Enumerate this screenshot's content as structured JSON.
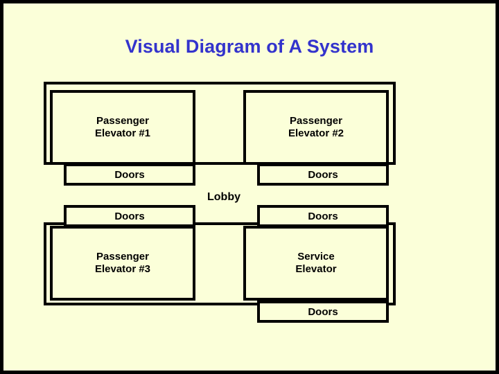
{
  "slide": {
    "background_color": "#fbffd9",
    "frame_color": "#000000",
    "title": "Visual Diagram of A System",
    "title_color": "#3333cc"
  },
  "diagram": {
    "lobby_label": "Lobby",
    "upper_bank": {
      "cars": [
        {
          "id": "passenger-elevator-1",
          "label": "Passenger\nElevator #1",
          "line1": "Passenger",
          "line2": "Elevator #1"
        },
        {
          "id": "passenger-elevator-2",
          "label": "Passenger\nElevator #2",
          "line1": "Passenger",
          "line2": "Elevator #2"
        }
      ],
      "doors": [
        {
          "id": "doors-pe1-bottom",
          "label": "Doors"
        },
        {
          "id": "doors-pe2-bottom",
          "label": "Doors"
        }
      ]
    },
    "lower_bank": {
      "cars": [
        {
          "id": "passenger-elevator-3",
          "label": "Passenger\nElevator #3",
          "line1": "Passenger",
          "line2": "Elevator #3"
        },
        {
          "id": "service-elevator",
          "label": "Service\nElevator",
          "line1": "Service",
          "line2": "Elevator"
        }
      ],
      "doors": [
        {
          "id": "doors-pe3-top",
          "label": "Doors"
        },
        {
          "id": "doors-se-top",
          "label": "Doors"
        },
        {
          "id": "doors-se-bottom",
          "label": "Doors"
        }
      ]
    }
  }
}
